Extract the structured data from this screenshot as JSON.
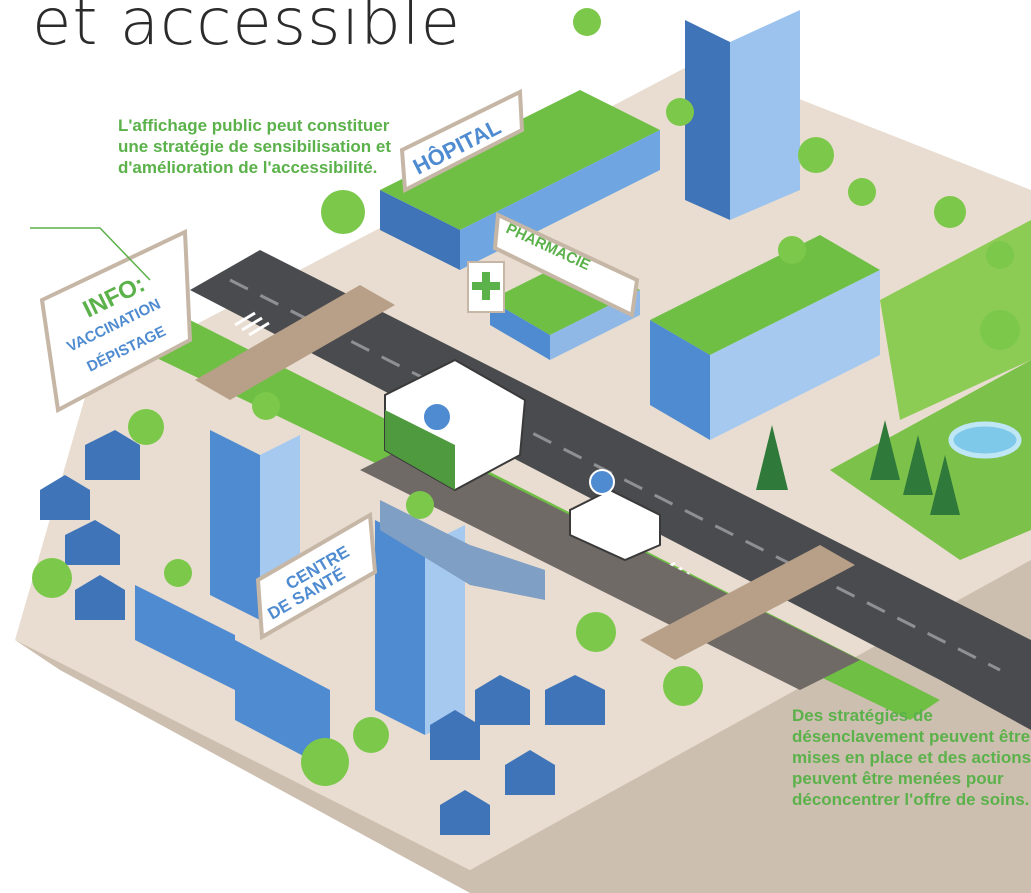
{
  "title": "et accessible",
  "captions": {
    "left": "L'affichage public peut constituer une stratégie de sensibilisation et d'amélioration de l'accessibilité.",
    "right": "Des stratégies de désenclavement peuvent être mises en place et des actions peuvent être menées pour déconcentrer l'offre de soins."
  },
  "signs": {
    "hopital": "HÔPITAL",
    "pharmacie": "PHARMACIE",
    "info_title": "INFO:",
    "info_line1": "VACCINATION",
    "info_line2": "DÉPISTAGE",
    "centre_line1": "CENTRE",
    "centre_line2": "DE SANTÉ"
  },
  "colors": {
    "accent_green": "#5bb14a",
    "building_blue": "#4f8bd0",
    "ground": "#e4d7c8",
    "road": "#3f4043"
  }
}
